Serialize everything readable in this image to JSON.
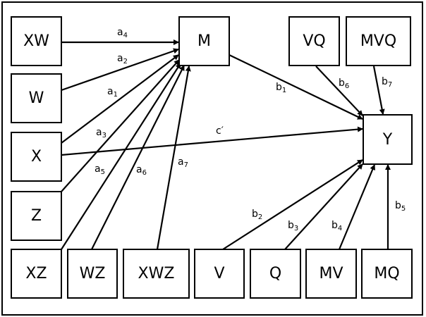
{
  "nodes": {
    "XW": "XW",
    "W": "W",
    "X": "X",
    "Z": "Z",
    "XZ": "XZ",
    "WZ": "WZ",
    "XWZ": "XWZ",
    "M": "M",
    "VQ": "VQ",
    "MVQ": "MVQ",
    "Y": "Y",
    "V": "V",
    "Q": "Q",
    "MV": "MV",
    "MQ": "MQ"
  },
  "edges": [
    {
      "from": "XW",
      "to": "M",
      "label": "a",
      "sub": "4"
    },
    {
      "from": "W",
      "to": "M",
      "label": "a",
      "sub": "2"
    },
    {
      "from": "X",
      "to": "M",
      "label": "a",
      "sub": "1"
    },
    {
      "from": "Z",
      "to": "M",
      "label": "a",
      "sub": "3"
    },
    {
      "from": "XZ",
      "to": "M",
      "label": "a",
      "sub": "5"
    },
    {
      "from": "WZ",
      "to": "M",
      "label": "a",
      "sub": "6"
    },
    {
      "from": "XWZ",
      "to": "M",
      "label": "a",
      "sub": "7"
    },
    {
      "from": "M",
      "to": "Y",
      "label": "b",
      "sub": "1"
    },
    {
      "from": "X",
      "to": "Y",
      "label": "c′",
      "sub": ""
    },
    {
      "from": "VQ",
      "to": "Y",
      "label": "b",
      "sub": "6"
    },
    {
      "from": "MVQ",
      "to": "Y",
      "label": "b",
      "sub": "7"
    },
    {
      "from": "V",
      "to": "Y",
      "label": "b",
      "sub": "2"
    },
    {
      "from": "Q",
      "to": "Y",
      "label": "b",
      "sub": "3"
    },
    {
      "from": "MV",
      "to": "Y",
      "label": "b",
      "sub": "4"
    },
    {
      "from": "MQ",
      "to": "Y",
      "label": "b",
      "sub": "5"
    }
  ]
}
